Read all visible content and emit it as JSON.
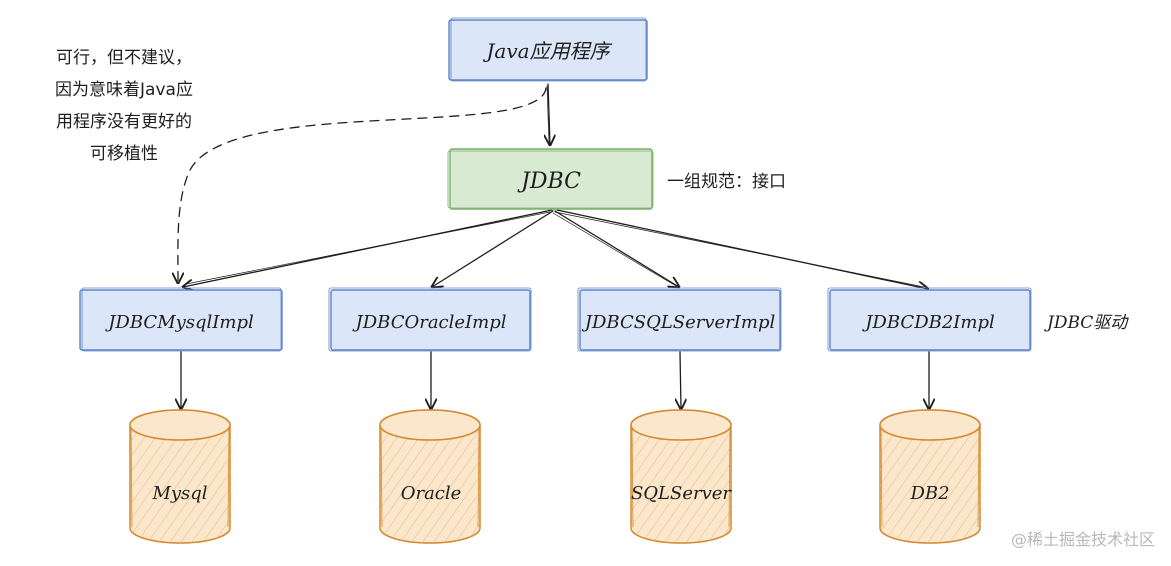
{
  "colors": {
    "blue_fill": "#dbe6f8",
    "blue_stroke": "#5d86c6",
    "green_fill": "#d8ebd2",
    "green_stroke": "#79b06b",
    "db_fill": "#fbe7cc",
    "db_stroke": "#d38a2f",
    "hatch": "#eab676",
    "line": "#1e1e1e"
  },
  "nodes": {
    "app": "Java应用程序",
    "jdbc": "JDBC",
    "drivers": [
      "JDBCMysqlImpl",
      "JDBCOracleImpl",
      "JDBCSQLServerImpl",
      "JDBCDB2Impl"
    ],
    "databases": [
      "Mysql",
      "Oracle",
      "SQLServer",
      "DB2"
    ]
  },
  "annotations": {
    "note_lines": [
      "可行，但不建议，",
      "因为意味着Java应",
      "用程序没有更好的",
      "可移植性"
    ],
    "jdbc_note": "一组规范：接口",
    "driver_note": "JDBC驱动"
  },
  "watermark": "@稀土掘金技术社区"
}
